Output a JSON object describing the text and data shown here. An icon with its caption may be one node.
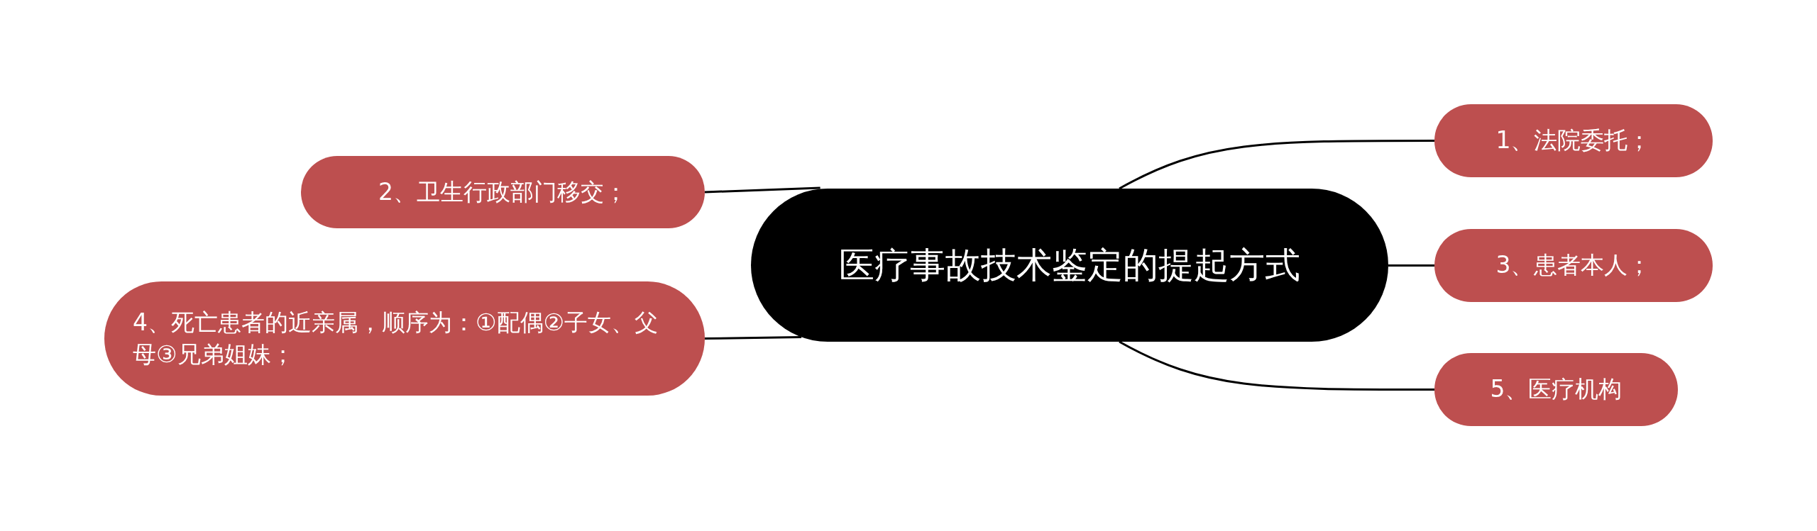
{
  "diagram": {
    "nodes": [
      {
        "text": [
          "医疗事故技术鉴定的提起方式"
        ]
      },
      {
        "text": [
          "1、法院委托；"
        ]
      },
      {
        "text": [
          "2、卫生行政部门移交；"
        ]
      },
      {
        "text": [
          "3、患者本人；"
        ]
      },
      {
        "text": [
          "4、死亡患者的近亲属，顺序为：①配偶②子女、父母③兄弟姐妹；"
        ]
      },
      {
        "text": [
          "5、医疗机构"
        ]
      }
    ],
    "edges": [
      {
        "from": 0,
        "to": 1,
        "arrow": "none"
      },
      {
        "from": 0,
        "to": 2,
        "arrow": "none"
      },
      {
        "from": 0,
        "to": 3,
        "arrow": "none"
      },
      {
        "from": 0,
        "to": 4,
        "arrow": "none"
      },
      {
        "from": 0,
        "to": 5,
        "arrow": "none"
      }
    ]
  }
}
